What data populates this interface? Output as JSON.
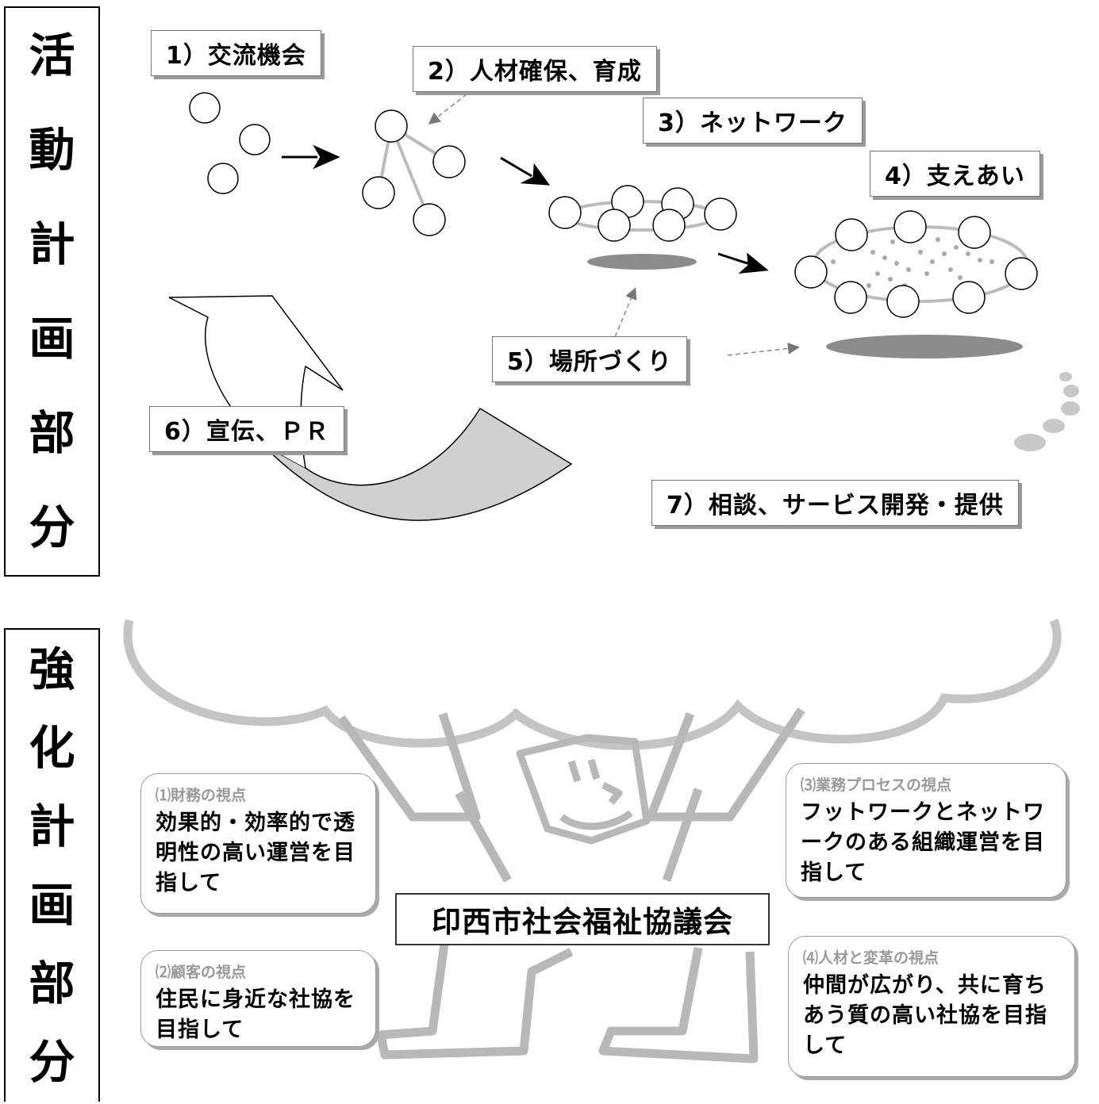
{
  "sections": {
    "activity": "活動計画部分",
    "activity_chars": [
      "活",
      "動",
      "計",
      "画",
      "部",
      "分"
    ],
    "strengthen": "強化計画部分",
    "strengthen_chars": [
      "強",
      "化",
      "計",
      "画",
      "部",
      "分"
    ]
  },
  "activities": [
    "1）交流機会",
    "2）人材確保、育成",
    "3）ネットワーク",
    "4）支えあい",
    "5）場所づくり",
    "6）宣伝、ＰＲ",
    "7）相談、サービス開発・提供"
  ],
  "organization": "印西市社会福祉協議会",
  "viewpoints": [
    {
      "title": "⑴財務の視点",
      "desc": "効果的・効率的で透明性の高い運営を目指して"
    },
    {
      "title": "⑵顧客の視点",
      "desc": "住民に身近な社協を目指して"
    },
    {
      "title": "⑶業務プロセスの視点",
      "desc": "フットワークとネットワークのある組織運営を目指して"
    },
    {
      "title": "⑷人材と変革の視点",
      "desc": "仲間が広がり、共に育ちあう質の高い社協を目指して"
    }
  ],
  "colors": {
    "line": "#999999",
    "shadow": "#8c8c8c",
    "arrow_fill": "#d0d0d0"
  }
}
